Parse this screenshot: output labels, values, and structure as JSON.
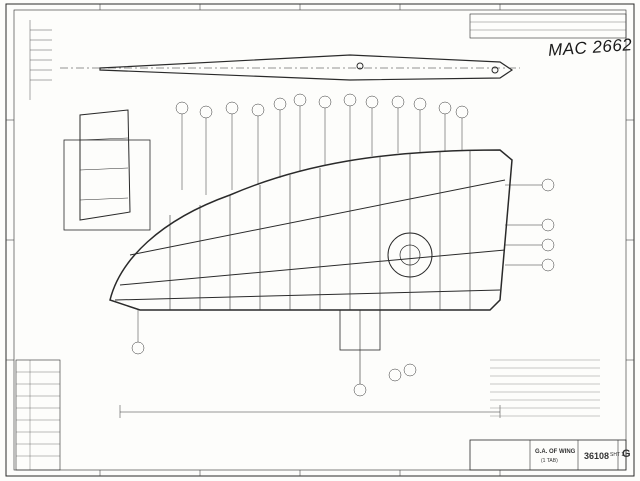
{
  "document": {
    "archive_id": "MAC 2662",
    "title": "G.A. OF WING",
    "subtitle": "(1 TAB)",
    "drawing_number": "36108",
    "sheet": "SHT 1",
    "issue": "G"
  }
}
